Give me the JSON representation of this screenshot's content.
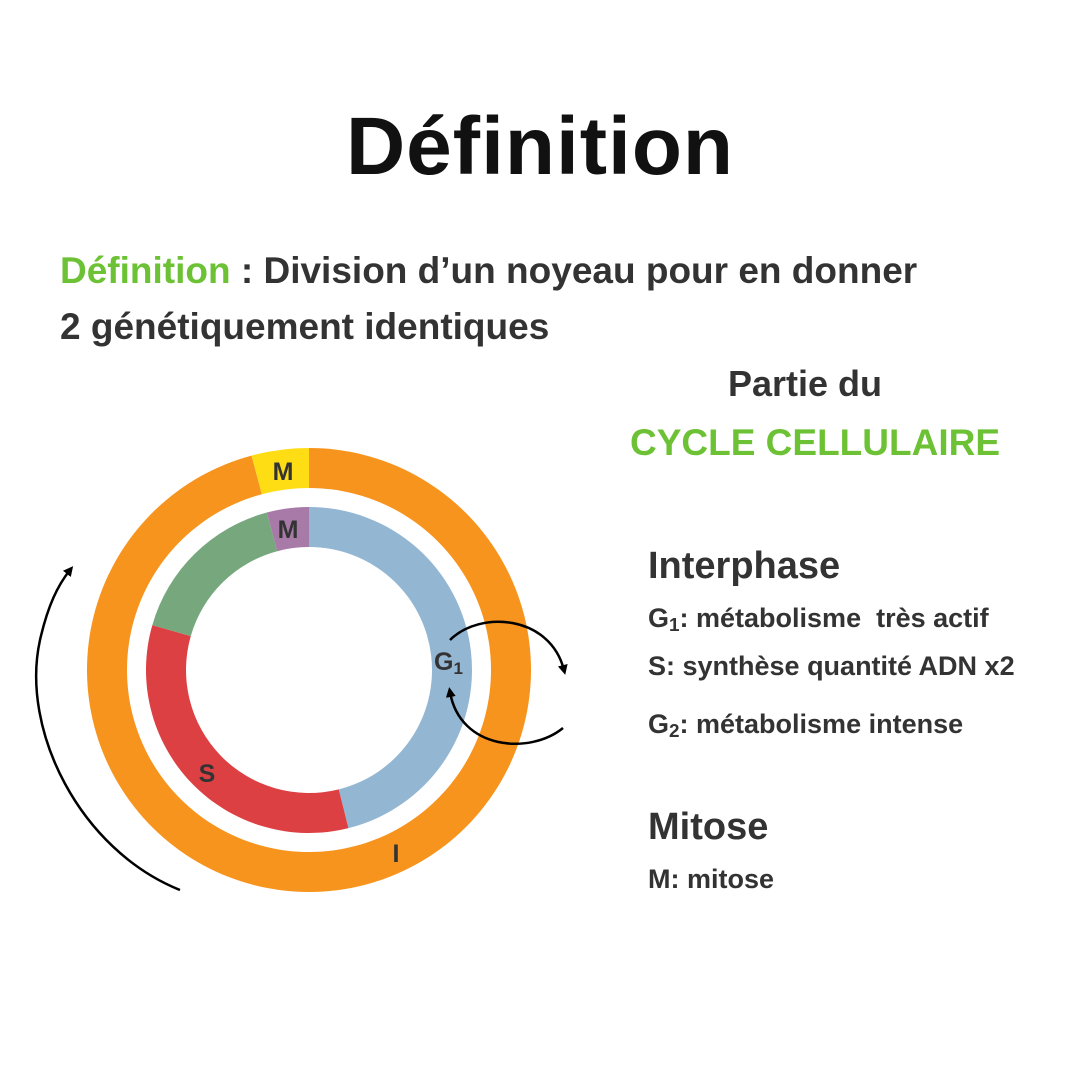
{
  "title": "Définition",
  "definition": {
    "label": "Définition",
    "text_line1": " : Division d’un noyeau pour en donner",
    "text_line2": "2 génétiquement identiques"
  },
  "cycle_heading": {
    "line1": "Partie du",
    "line2": "CYCLE CELLULAIRE"
  },
  "interphase": {
    "heading": "Interphase",
    "items": [
      {
        "prefix": "G",
        "sub": "1",
        "text": ": métabolisme  très actif"
      },
      {
        "prefix": "S",
        "sub": "",
        "text": ": synthèse quantité ADN x2"
      },
      {
        "prefix": "G",
        "sub": "2",
        "text": ": métabolisme intense"
      }
    ]
  },
  "mitose": {
    "heading": "Mitose",
    "items": [
      {
        "prefix": "M",
        "text": ": mitose"
      }
    ]
  },
  "diagram": {
    "outer_ring": [
      {
        "label": "I",
        "color": "#f7941d",
        "start_deg": 0,
        "end_deg": 345
      },
      {
        "label": "M",
        "color": "#ffdd15",
        "start_deg": 345,
        "end_deg": 360
      }
    ],
    "inner_ring": [
      {
        "label": "G",
        "sub": "1",
        "color": "#93b6d3",
        "start_deg": 0,
        "end_deg": 166
      },
      {
        "label": "S",
        "color": "#dd4043",
        "start_deg": 166,
        "end_deg": 286
      },
      {
        "label": "",
        "color": "#77a87d",
        "start_deg": 286,
        "end_deg": 345
      },
      {
        "label": "M",
        "color": "#a77aa8",
        "start_deg": 345,
        "end_deg": 360
      }
    ]
  }
}
